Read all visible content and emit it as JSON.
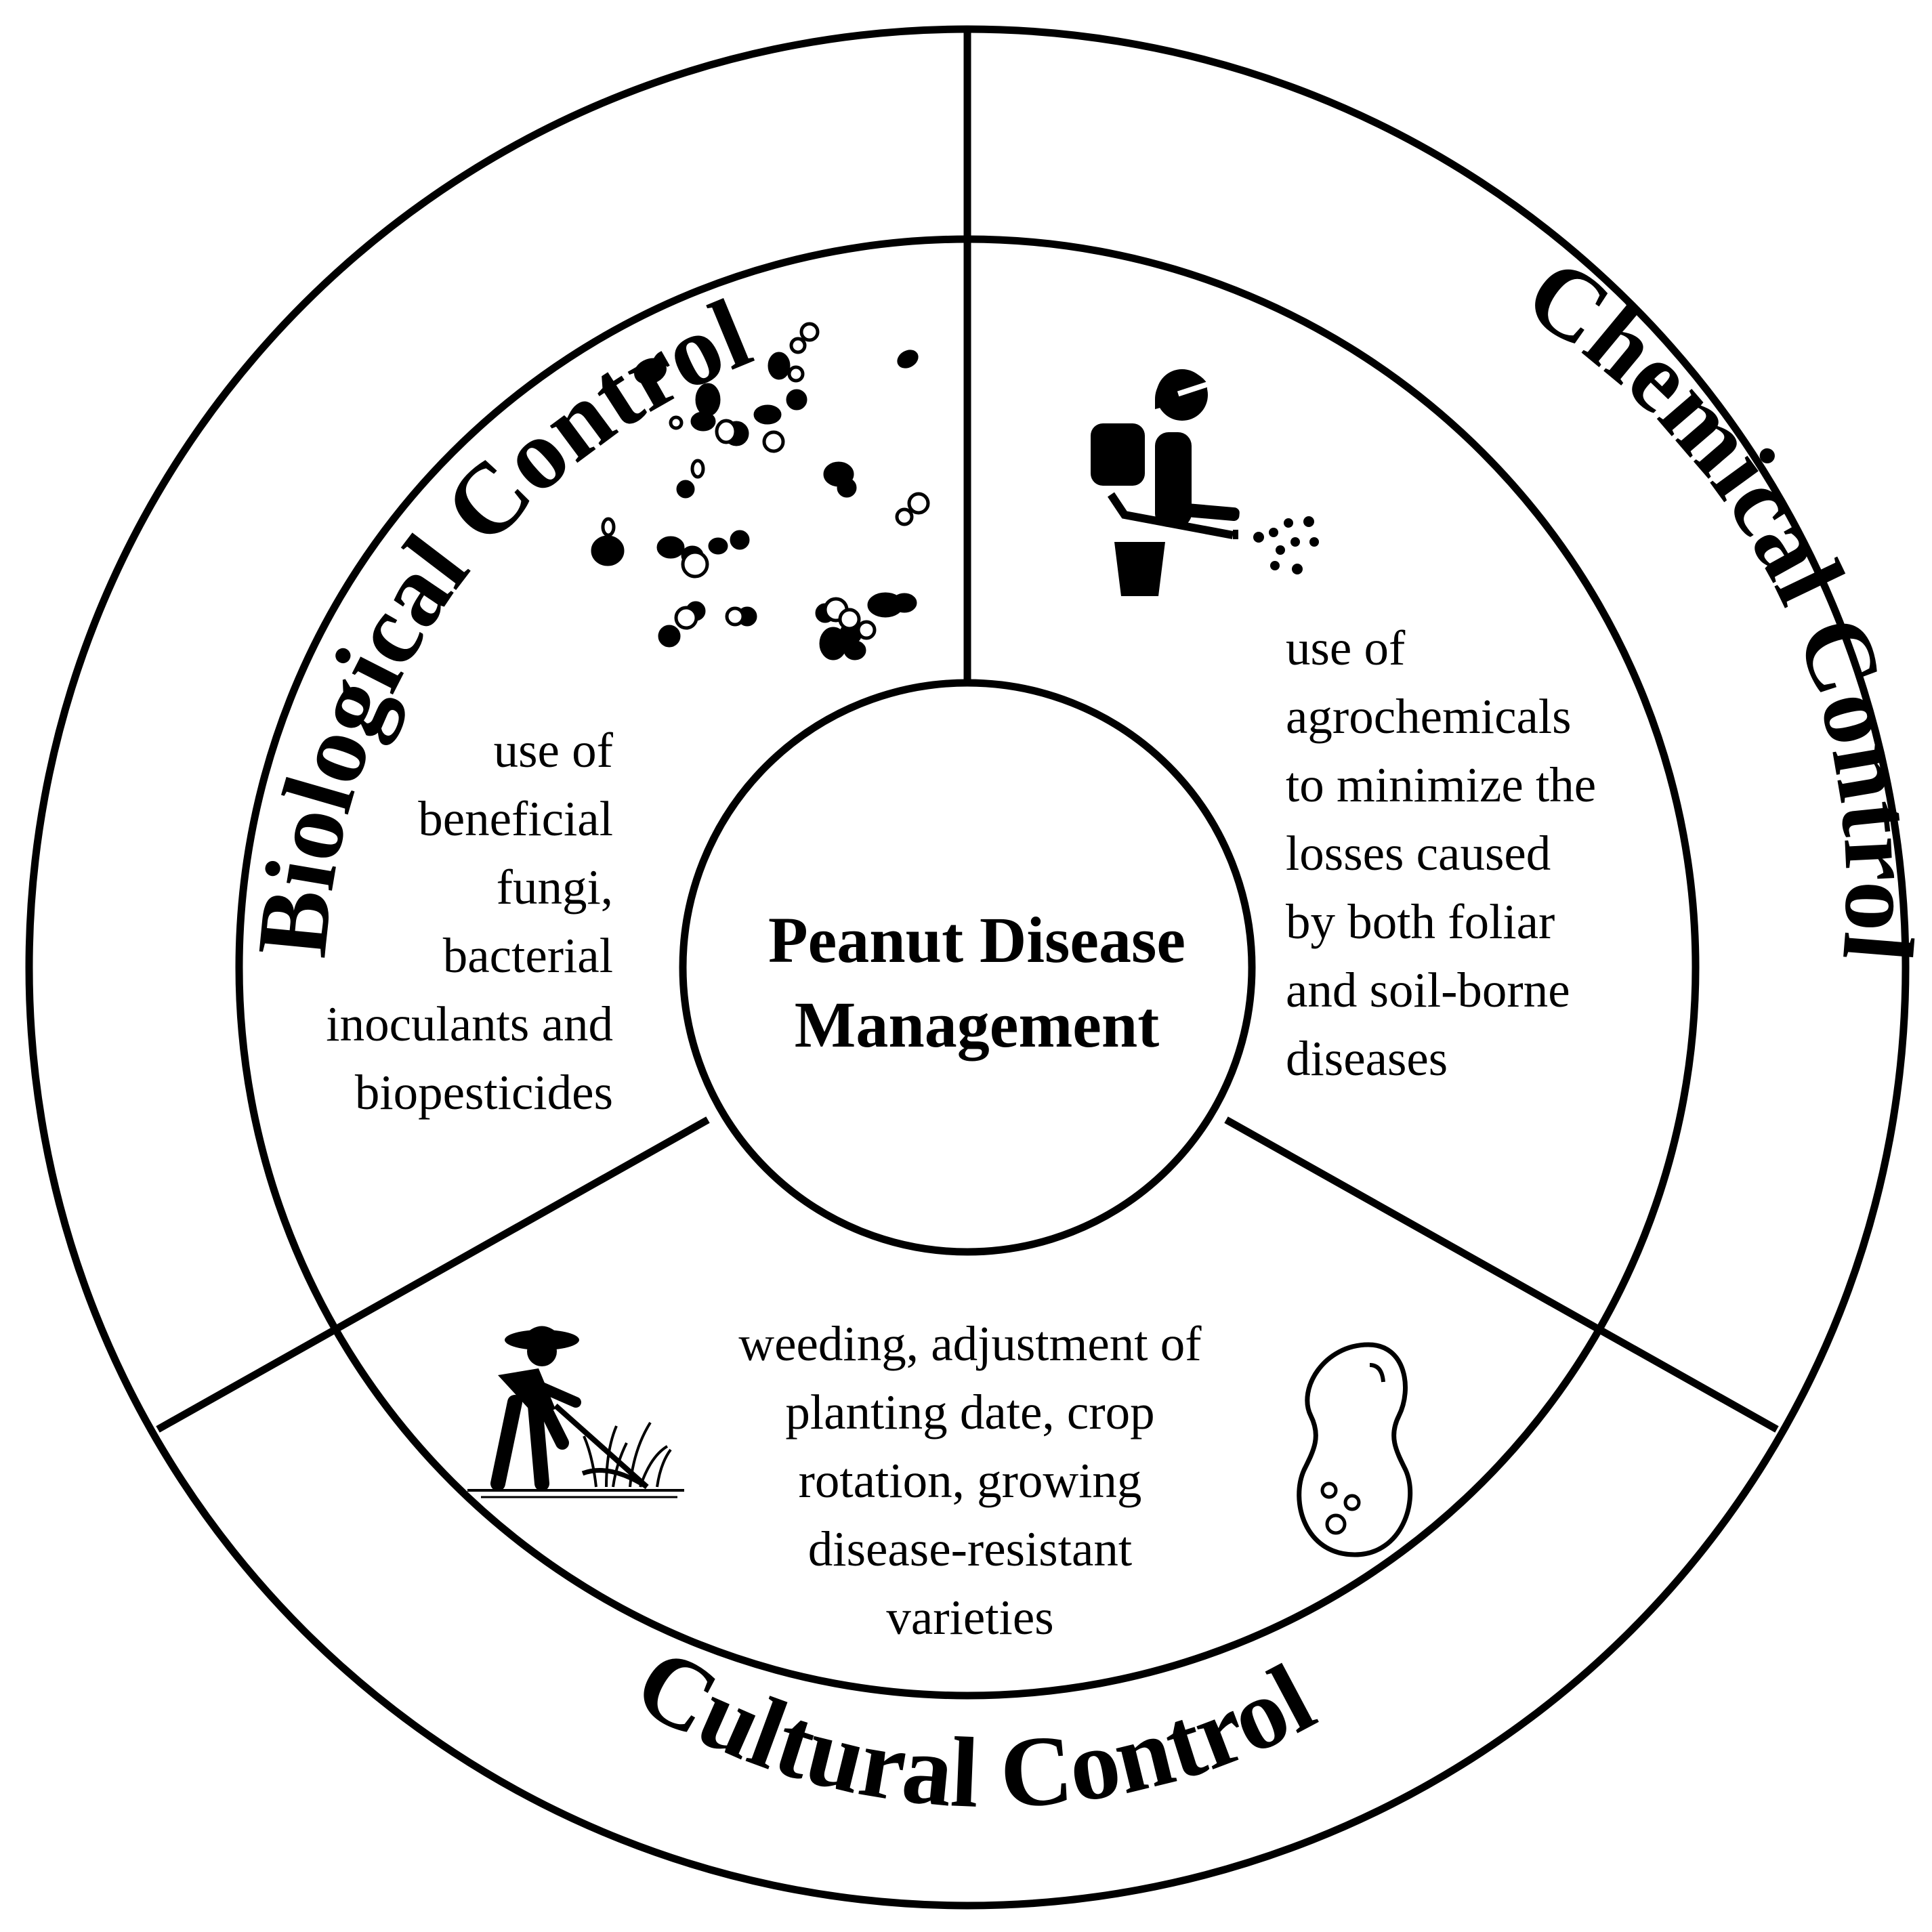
{
  "center": {
    "line1": "Peanut Disease",
    "line2": "Management"
  },
  "sectors": {
    "biological": {
      "title": "Biological Control",
      "description": [
        "use of",
        "beneficial",
        "fungi,",
        "bacterial",
        "inoculants and",
        "biopesticides"
      ],
      "icon": "microbes-icon"
    },
    "chemical": {
      "title": "Chemical Control",
      "description": [
        "use of",
        "agrochemicals",
        "to minimize the",
        "losses caused",
        "by both foliar",
        "and soil-borne",
        "diseases"
      ],
      "icon": "sprayer-worker-icon"
    },
    "cultural": {
      "title": "Cultural Control",
      "description": [
        "weeding, adjustment of",
        "planting date, crop",
        "rotation, growing",
        "disease-resistant",
        "varieties"
      ],
      "icons": [
        "farmer-weeding-icon",
        "peanut-icon"
      ]
    }
  },
  "colors": {
    "stroke": "#000000",
    "background": "#ffffff"
  }
}
